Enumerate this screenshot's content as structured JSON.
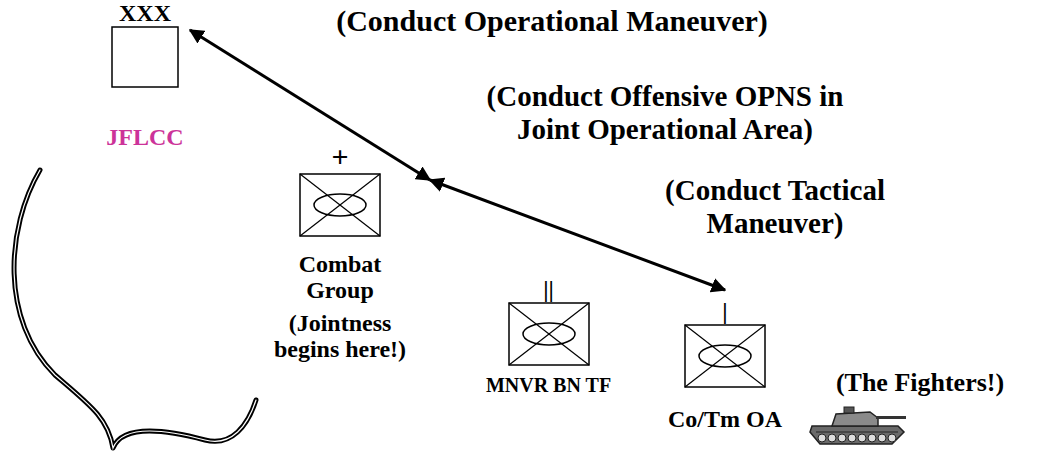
{
  "diagram": {
    "nodes": [
      {
        "text": [
          "XXX",
          "JFLCC"
        ]
      },
      {
        "text": [
          "+",
          "Combat Group",
          "(Jointness begins here!)"
        ]
      },
      {
        "text": [
          "||",
          "MNVR BN TF"
        ]
      },
      {
        "text": [
          "|",
          "Co/Tm OA"
        ]
      }
    ],
    "edges": [
      {
        "from": 0,
        "to": 1,
        "arrow": "both",
        "label": "(Conduct Operational Maneuver)"
      },
      {
        "from": 1,
        "to": 3,
        "arrow": "both",
        "label": "(Conduct Tactical Maneuver)"
      }
    ],
    "labels": [
      "(Conduct Offensive OPNS in Joint Operational Area)",
      "(The Fighters!)"
    ]
  }
}
